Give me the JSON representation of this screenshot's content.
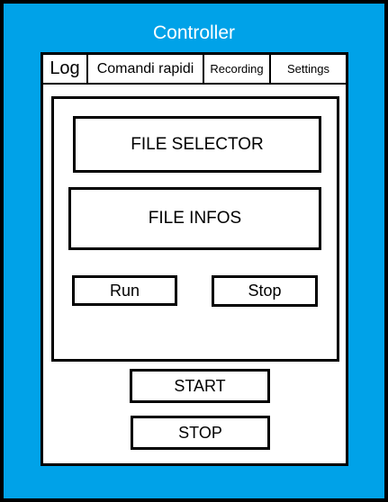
{
  "window": {
    "title": "Controller",
    "background_color": "#00a2e8",
    "title_color": "#ffffff"
  },
  "tabs": [
    {
      "label": "Log"
    },
    {
      "label": "Comandi rapidi"
    },
    {
      "label": "Recording"
    },
    {
      "label": "Settings"
    }
  ],
  "content": {
    "file_selector_label": "FILE SELECTOR",
    "file_infos_label": "FILE INFOS",
    "run_label": "Run",
    "stop_label": "Stop"
  },
  "controls": {
    "start_label": "START",
    "stop_label": "STOP"
  }
}
